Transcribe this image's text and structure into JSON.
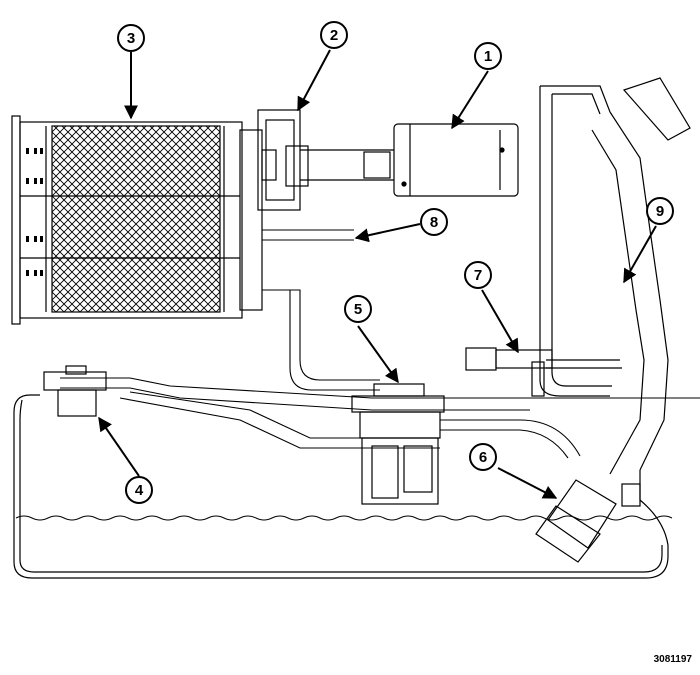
{
  "callouts": [
    "1",
    "2",
    "3",
    "4",
    "5",
    "6",
    "7",
    "8",
    "9"
  ],
  "figure_id": "3081197",
  "colors": {
    "line": "#000000",
    "background": "#ffffff"
  }
}
